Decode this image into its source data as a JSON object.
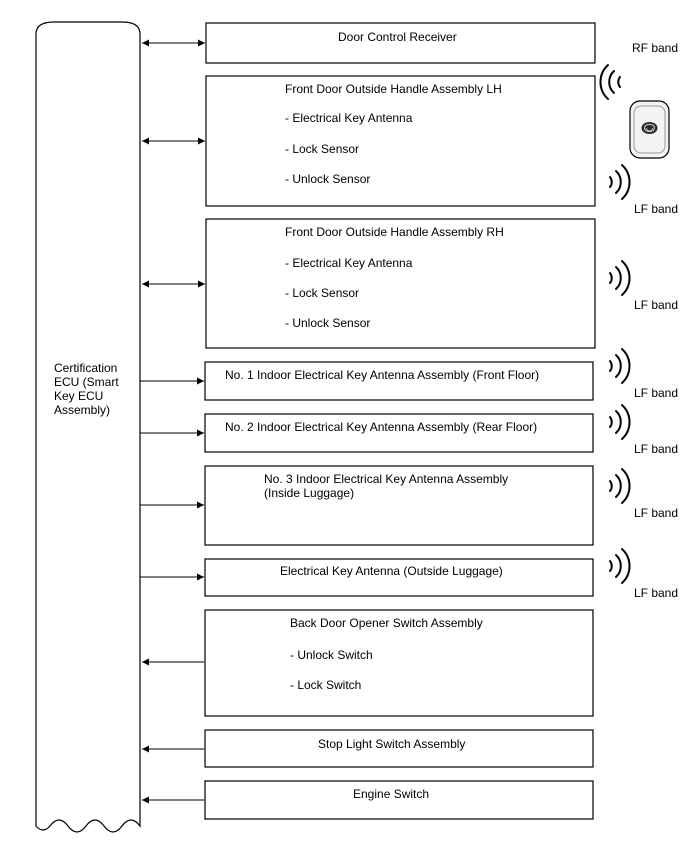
{
  "ecu": {
    "label_lines": [
      "Certification",
      "ECU (Smart",
      "Key ECU",
      "Assembly)"
    ]
  },
  "boxes": [
    {
      "id": "door-control-receiver",
      "lines": [
        "Door Control Receiver"
      ]
    },
    {
      "id": "front-door-handle-lh",
      "lines": [
        "Front Door Outside Handle Assembly LH"
      ],
      "items": [
        "- Electrical Key Antenna",
        "- Lock Sensor",
        "- Unlock Sensor"
      ]
    },
    {
      "id": "front-door-handle-rh",
      "lines": [
        "Front Door Outside Handle Assembly RH"
      ],
      "items": [
        "- Electrical Key Antenna",
        "- Lock Sensor",
        "- Unlock Sensor"
      ]
    },
    {
      "id": "no1-indoor-antenna",
      "lines": [
        "No. 1 Indoor Electrical Key Antenna Assembly (Front Floor)"
      ]
    },
    {
      "id": "no2-indoor-antenna",
      "lines": [
        "No. 2 Indoor Electrical Key Antenna Assembly (Rear Floor)"
      ]
    },
    {
      "id": "no3-indoor-antenna",
      "lines": [
        "No. 3 Indoor Electrical Key Antenna Assembly",
        "(Inside Luggage)"
      ]
    },
    {
      "id": "outside-luggage-antenna",
      "lines": [
        "Electrical Key Antenna (Outside Luggage)"
      ]
    },
    {
      "id": "back-door-opener-switch",
      "lines": [
        "Back Door Opener Switch Assembly"
      ],
      "items": [
        "- Unlock Switch",
        "- Lock Switch"
      ]
    },
    {
      "id": "stop-light-switch",
      "lines": [
        "Stop Light Switch Assembly"
      ]
    },
    {
      "id": "engine-switch",
      "lines": [
        "Engine Switch"
      ]
    }
  ],
  "bands": {
    "rf": "RF band",
    "lf": "LF band"
  },
  "icons": {
    "key_fob": "key-fob-icon",
    "wave": "radio-wave-icon"
  }
}
